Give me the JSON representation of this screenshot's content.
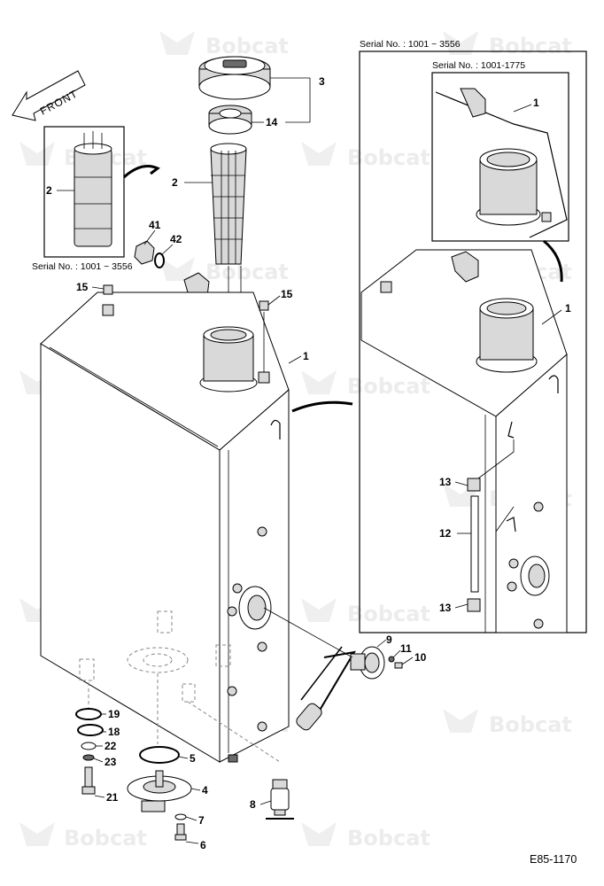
{
  "watermark": {
    "brand": "Bobcat"
  },
  "front_arrow": {
    "label": "FRONT"
  },
  "serial_labels": {
    "left_inset": "Serial No. : 1001 ~ 3556",
    "right_panel": "Serial No. : 1001 ~ 3556",
    "right_subinset": "Serial No. : 1001-1775"
  },
  "drawing_code": "E85-1170",
  "callouts": {
    "c1_main": "1",
    "c2_main": "2",
    "c2_inset": "2",
    "c3": "3",
    "c14": "14",
    "c41": "41",
    "c42": "42",
    "c15_left": "15",
    "c15_right": "15",
    "c1_subinset": "1",
    "c1_panel": "1",
    "c13_top": "13",
    "c12": "12",
    "c13_bottom": "13",
    "c9": "9",
    "c11": "11",
    "c10": "10",
    "c19": "19",
    "c18": "18",
    "c22": "22",
    "c23": "23",
    "c5": "5",
    "c4": "4",
    "c21": "21",
    "c7": "7",
    "c6": "6",
    "c8": "8"
  }
}
